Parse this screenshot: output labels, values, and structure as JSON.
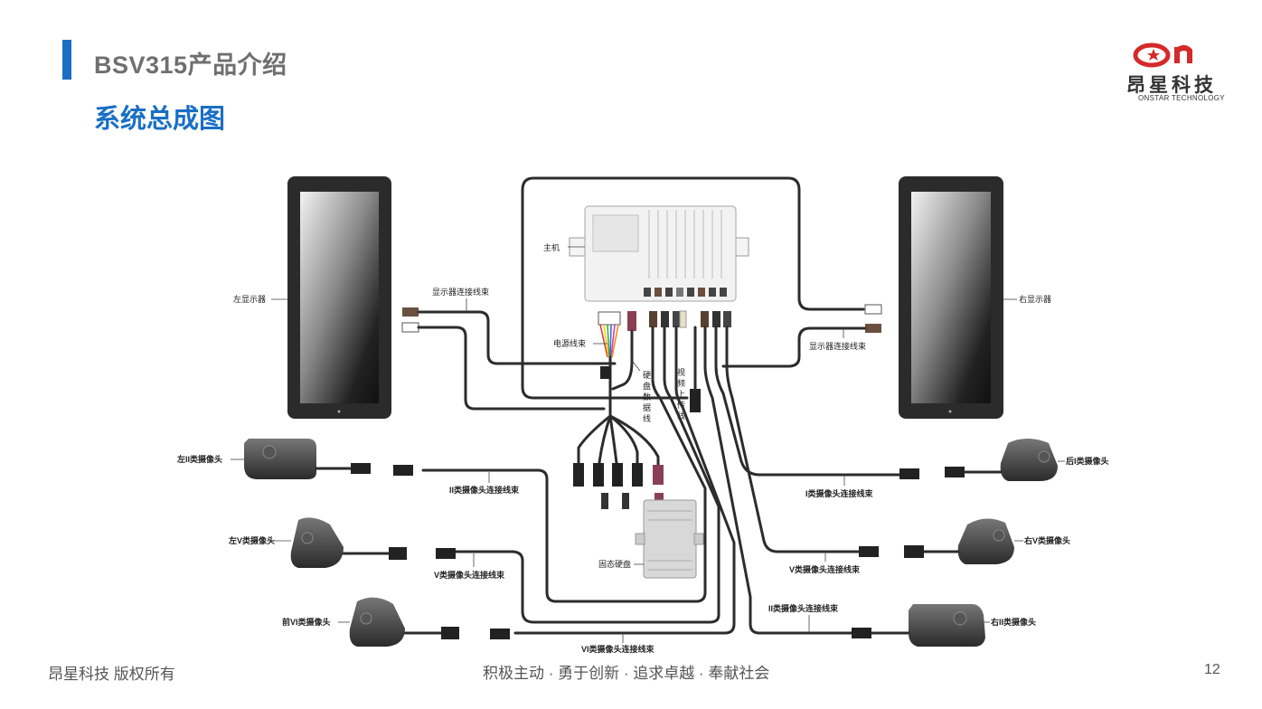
{
  "header": {
    "title": "BSV315产品介绍",
    "subtitle": "系统总成图"
  },
  "logo": {
    "name": "昂星科技",
    "english": "ONSTAR TECHNOLOGY"
  },
  "footer": {
    "copyright": "昂星科技 版权所有",
    "slogan": "积极主动 · 勇于创新 · 追求卓越 · 奉献社会",
    "page_number": "12"
  },
  "diagram": {
    "left_display": "左显示器",
    "right_display": "右显示器",
    "host": "主机",
    "display_harness_left": "显示器连接线束",
    "display_harness_right": "显示器连接线束",
    "power_harness": "电源线束",
    "hdd_data_line": "硬盘数据线",
    "video_upload_line": "视频上传线",
    "ssd": "固态硬盘",
    "cam_left_ii": "左II类摄像头",
    "cam_left_v": "左V类摄像头",
    "cam_front_vi": "前VI类摄像头",
    "cam_rear_i": "后I类摄像头",
    "cam_right_v": "右V类摄像头",
    "cam_right_ii": "右II类摄像头",
    "harness_ii_left": "II类摄像头连接线束",
    "harness_v_left": "V类摄像头连接线束",
    "harness_vi": "VI类摄像头连接线束",
    "harness_i": "I类摄像头连接线束",
    "harness_v_right": "V类摄像头连接线束",
    "harness_ii_right": "II类摄像头连接线束"
  },
  "colors": {
    "accent": "#1a6fc4",
    "title_gray": "#6f6f6f",
    "logo_red": "#d42a2a"
  }
}
